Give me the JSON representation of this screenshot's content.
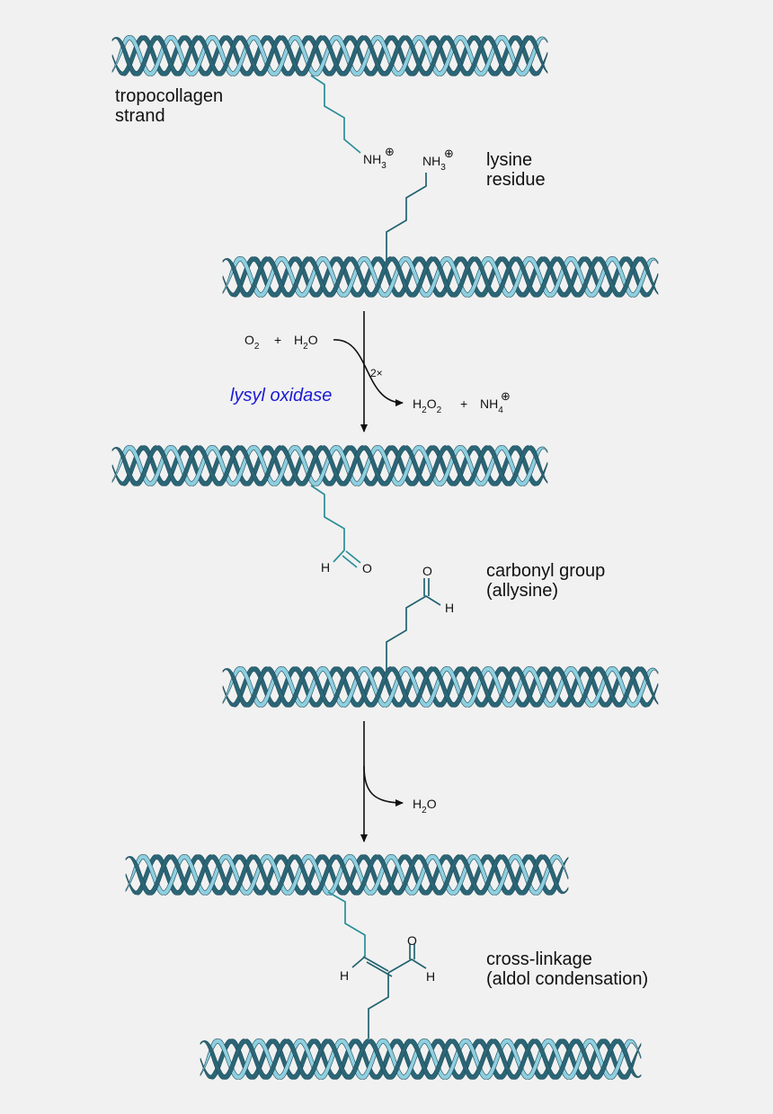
{
  "colors": {
    "background": "#f1f1f1",
    "strand_dark": "#2b6677",
    "strand_light": "#8ecfe0",
    "chain_light": "#2a8e98",
    "chain_dark": "#226270",
    "enzyme": "#1a1ad6"
  },
  "labels": {
    "tropocollagen": [
      "tropocollagen",
      "strand"
    ],
    "lysine": [
      "lysine",
      "residue"
    ],
    "carbonyl": [
      "carbonyl group",
      "(allysine)"
    ],
    "crosslink": [
      "cross-linkage",
      "(aldol condensation)"
    ]
  },
  "reaction1": {
    "reactant_o2": "O",
    "reactant_o2_sub": "2",
    "plus": "+",
    "reactant_h2o_h": "H",
    "reactant_h2o_sub": "2",
    "reactant_h2o_o": "O",
    "multiplier": "2×",
    "enzyme": "lysyl oxidase",
    "product_h2o2_h": "H",
    "product_h2o2_sub1": "2",
    "product_h2o2_o": "O",
    "product_h2o2_sub2": "2",
    "product_nh4": "NH",
    "product_nh4_sub": "4"
  },
  "reaction2": {
    "product_h": "H",
    "product_sub": "2",
    "product_o": "O"
  },
  "atoms": {
    "amine": "NH",
    "amine_sub": "3",
    "charge": "⊕",
    "hydrogen": "H",
    "oxygen": "O"
  }
}
